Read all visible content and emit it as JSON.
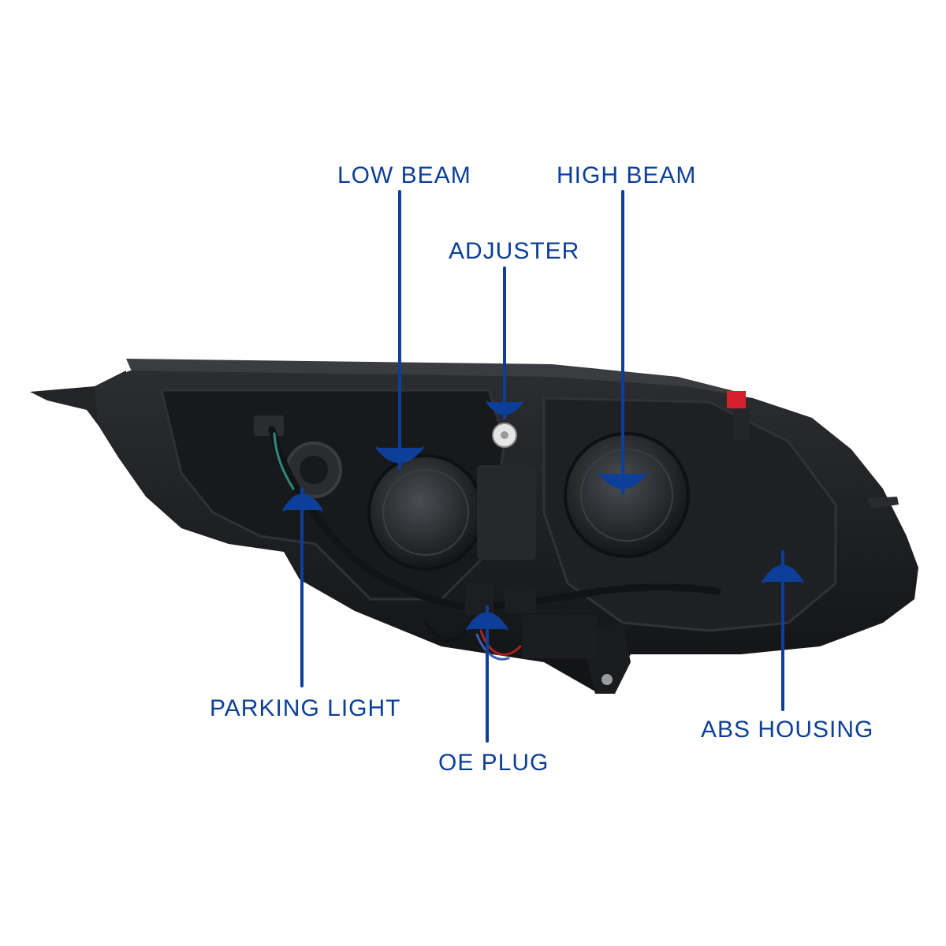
{
  "accent_color": "#0d3f99",
  "callouts": {
    "low_beam": "LOW BEAM",
    "high_beam": "HIGH BEAM",
    "adjuster": "ADJUSTER",
    "parking_light": "PARKING LIGHT",
    "oe_plug": "OE PLUG",
    "abs_housing": "ABS HOUSING"
  },
  "product": {
    "subject": "headlight-assembly-rear-view",
    "housing_color": "#1b1c1f",
    "clip_color": "#d3202b"
  }
}
